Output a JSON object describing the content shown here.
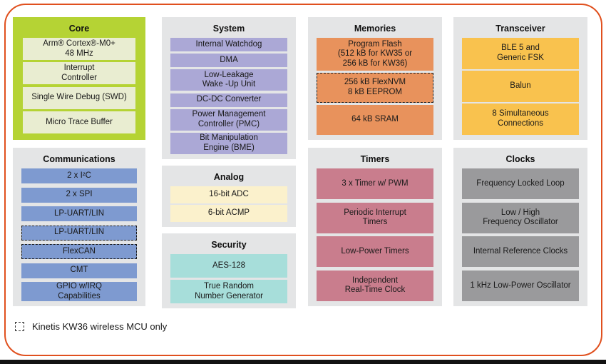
{
  "legend": {
    "marker": "dashed-box",
    "label": "Kinetis KW36 wireless MCU only"
  },
  "colors": {
    "frame_border": "#E0501E",
    "bottom_bar": "#121212",
    "panel_bg": "#E4E5E6",
    "core_bg": "#B5D334",
    "core_item": "#E9EDD1",
    "communications_item": "#7E9AD0",
    "system_item": "#ABA8D6",
    "analog_item": "#FBF1CC",
    "security_item": "#A7DEDA",
    "memories_item": "#E8925C",
    "timers_item": "#C97D8D",
    "transceiver_item": "#F9C24E",
    "clocks_item": "#9A9A9C"
  },
  "panels": {
    "core": {
      "title": "Core",
      "items": [
        {
          "label": "Arm® Cortex®-M0+\n48 MHz"
        },
        {
          "label": "Interrupt\nController"
        },
        {
          "label": "Single Wire Debug (SWD)"
        },
        {
          "label": "Micro Trace Buffer"
        }
      ]
    },
    "communications": {
      "title": "Communications",
      "items": [
        {
          "label": "2 x I²C"
        },
        {
          "label": "2 x SPI"
        },
        {
          "label": "LP-UART/LIN"
        },
        {
          "label": "LP-UART/LIN",
          "kw36_only": true
        },
        {
          "label": "FlexCAN",
          "kw36_only": true
        },
        {
          "label": "CMT"
        },
        {
          "label": "GPIO w/IRQ\nCapabilities"
        }
      ]
    },
    "system": {
      "title": "System",
      "items": [
        {
          "label": "Internal Watchdog"
        },
        {
          "label": "DMA"
        },
        {
          "label": "Low-Leakage\nWake -Up Unit"
        },
        {
          "label": "DC-DC Converter"
        },
        {
          "label": "Power Management\nController (PMC)"
        },
        {
          "label": "Bit Manipulation\nEngine (BME)"
        }
      ]
    },
    "analog": {
      "title": "Analog",
      "items": [
        {
          "label": "16-bit ADC"
        },
        {
          "label": "6-bit ACMP"
        }
      ]
    },
    "security": {
      "title": "Security",
      "items": [
        {
          "label": "AES-128"
        },
        {
          "label": "True Random\nNumber Generator"
        }
      ]
    },
    "memories": {
      "title": "Memories",
      "items": [
        {
          "label": "Program Flash\n(512 kB for KW35 or\n256 kB for KW36)"
        },
        {
          "label": "256 kB FlexNVM\n8 kB EEPROM",
          "kw36_only": true
        },
        {
          "label": "64 kB SRAM"
        }
      ]
    },
    "timers": {
      "title": "Timers",
      "items": [
        {
          "label": "3 x Timer w/ PWM"
        },
        {
          "label": "Periodic Interrupt\nTimers"
        },
        {
          "label": "Low-Power Timers"
        },
        {
          "label": "Independent\nReal-Time Clock"
        }
      ]
    },
    "transceiver": {
      "title": "Transceiver",
      "items": [
        {
          "label": "BLE 5 and\nGeneric FSK"
        },
        {
          "label": "Balun"
        },
        {
          "label": "8 Simultaneous\nConnections"
        }
      ]
    },
    "clocks": {
      "title": "Clocks",
      "items": [
        {
          "label": "Frequency Locked Loop"
        },
        {
          "label": "Low / High\nFrequency Oscillator"
        },
        {
          "label": "Internal Reference Clocks"
        },
        {
          "label": "1 kHz Low-Power Oscillator"
        }
      ]
    }
  }
}
